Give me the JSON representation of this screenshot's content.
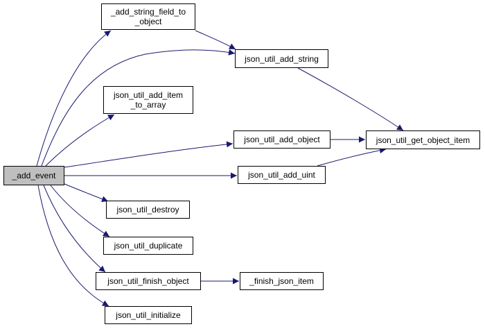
{
  "diagram": {
    "colors": {
      "edge": "#191970",
      "root_fill": "#bfbfbf",
      "node_fill": "#ffffff",
      "node_border": "#000000"
    },
    "nodes": {
      "add_event": {
        "lines": [
          "_add_event"
        ]
      },
      "add_string_field_to_object": {
        "lines": [
          "_add_string_field_to",
          "_object"
        ]
      },
      "json_util_add_string": {
        "lines": [
          "json_util_add_string"
        ]
      },
      "json_util_add_item_to_array": {
        "lines": [
          "json_util_add_item",
          "_to_array"
        ]
      },
      "json_util_add_object": {
        "lines": [
          "json_util_add_object"
        ]
      },
      "json_util_get_object_item": {
        "lines": [
          "json_util_get_object_item"
        ]
      },
      "json_util_add_uint": {
        "lines": [
          "json_util_add_uint"
        ]
      },
      "json_util_destroy": {
        "lines": [
          "json_util_destroy"
        ]
      },
      "json_util_duplicate": {
        "lines": [
          "json_util_duplicate"
        ]
      },
      "json_util_finish_object": {
        "lines": [
          "json_util_finish_object"
        ]
      },
      "finish_json_item": {
        "lines": [
          "_finish_json_item"
        ]
      },
      "json_util_initialize": {
        "lines": [
          "json_util_initialize"
        ]
      }
    },
    "edges": [
      {
        "from": "add_event",
        "to": "add_string_field_to_object"
      },
      {
        "from": "add_event",
        "to": "json_util_add_string"
      },
      {
        "from": "add_event",
        "to": "json_util_add_item_to_array"
      },
      {
        "from": "add_event",
        "to": "json_util_add_object"
      },
      {
        "from": "add_event",
        "to": "json_util_add_uint"
      },
      {
        "from": "add_event",
        "to": "json_util_destroy"
      },
      {
        "from": "add_event",
        "to": "json_util_duplicate"
      },
      {
        "from": "add_event",
        "to": "json_util_finish_object"
      },
      {
        "from": "add_event",
        "to": "json_util_initialize"
      },
      {
        "from": "add_string_field_to_object",
        "to": "json_util_add_string"
      },
      {
        "from": "json_util_add_string",
        "to": "json_util_get_object_item"
      },
      {
        "from": "json_util_add_object",
        "to": "json_util_get_object_item"
      },
      {
        "from": "json_util_add_uint",
        "to": "json_util_get_object_item"
      },
      {
        "from": "json_util_finish_object",
        "to": "finish_json_item"
      }
    ]
  }
}
